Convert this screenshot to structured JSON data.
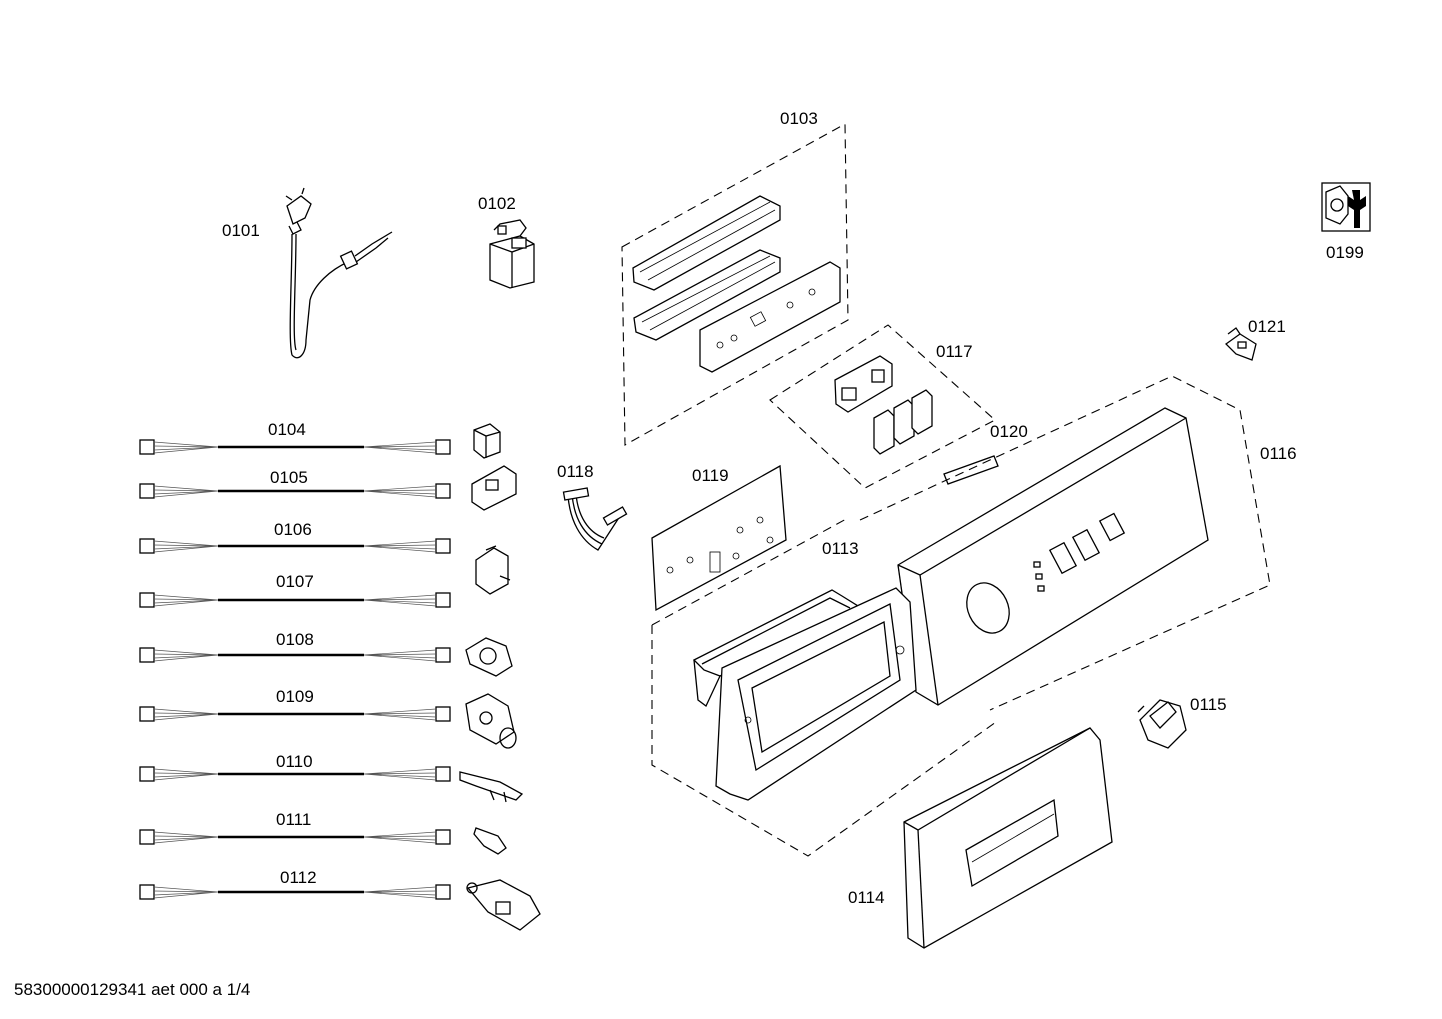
{
  "labels": {
    "p0101": "0101",
    "p0102": "0102",
    "p0103": "0103",
    "p0104": "0104",
    "p0105": "0105",
    "p0106": "0106",
    "p0107": "0107",
    "p0108": "0108",
    "p0109": "0109",
    "p0110": "0110",
    "p0111": "0111",
    "p0112": "0112",
    "p0113": "0113",
    "p0114": "0114",
    "p0115": "0115",
    "p0116": "0116",
    "p0117": "0117",
    "p0118": "0118",
    "p0119": "0119",
    "p0120": "0120",
    "p0121": "0121",
    "p0199": "0199"
  },
  "footer": "58300000129341 aet 000 a 1/4",
  "icons": {
    "service": "wrench-nut-icon"
  }
}
